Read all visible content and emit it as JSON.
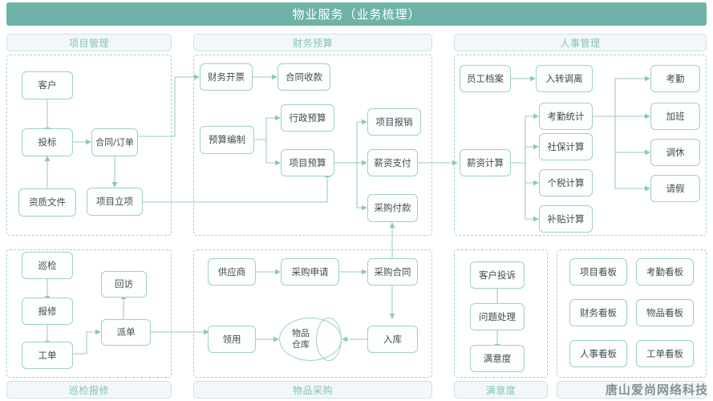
{
  "title": "物业服务（业务梳理）",
  "watermark": "唐山爱尚网络科技",
  "panels": {
    "project": {
      "label": "项目管理"
    },
    "finance": {
      "label": "财务预算"
    },
    "hr": {
      "label": "人事管理"
    },
    "inspection": {
      "label": "巡检报修"
    },
    "purchase": {
      "label": "物品采购"
    },
    "satisfaction": {
      "label": "满意度"
    },
    "dashboard": {
      "label": ""
    }
  },
  "nodes": {
    "project": [
      {
        "id": "customer",
        "label": "客户"
      },
      {
        "id": "bidding",
        "label": "投标"
      },
      {
        "id": "qualification",
        "label": "资质文件"
      },
      {
        "id": "contract-order",
        "label": "合同/订单"
      },
      {
        "id": "project-setup",
        "label": "项目立项"
      }
    ],
    "finance": [
      {
        "id": "finance-invoice",
        "label": "财务开票"
      },
      {
        "id": "contract-receipt",
        "label": "合同收款"
      },
      {
        "id": "budget-prepare",
        "label": "预算编制"
      },
      {
        "id": "admin-budget",
        "label": "行政预算"
      },
      {
        "id": "project-budget",
        "label": "项目预算"
      },
      {
        "id": "project-reimburse",
        "label": "项目报销"
      },
      {
        "id": "salary-payment",
        "label": "薪资支付"
      },
      {
        "id": "purchase-payment",
        "label": "采购付款"
      }
    ],
    "hr": [
      {
        "id": "employee-file",
        "label": "员工档案"
      },
      {
        "id": "transfer-leave",
        "label": "入转调离"
      },
      {
        "id": "salary-calc",
        "label": "薪资计算"
      },
      {
        "id": "attendance-stat",
        "label": "考勤统计"
      },
      {
        "id": "social-insurance",
        "label": "社保计算"
      },
      {
        "id": "income-tax",
        "label": "个税计算"
      },
      {
        "id": "subsidy-calc",
        "label": "补贴计算"
      },
      {
        "id": "attendance",
        "label": "考勤"
      },
      {
        "id": "overtime",
        "label": "加班"
      },
      {
        "id": "time-off",
        "label": "调休"
      },
      {
        "id": "leave",
        "label": "请假"
      }
    ],
    "inspection": [
      {
        "id": "patrol",
        "label": "巡检"
      },
      {
        "id": "repair-request",
        "label": "报修"
      },
      {
        "id": "work-order",
        "label": "工单"
      },
      {
        "id": "dispatch",
        "label": "派单"
      },
      {
        "id": "follow-up",
        "label": "回访"
      }
    ],
    "purchase": [
      {
        "id": "supplier",
        "label": "供应商"
      },
      {
        "id": "purchase-request",
        "label": "采购申请"
      },
      {
        "id": "purchase-contract",
        "label": "采购合同"
      },
      {
        "id": "requisition",
        "label": "领用"
      },
      {
        "id": "goods-warehouse",
        "label": "物品\n仓库"
      },
      {
        "id": "inbound",
        "label": "入库"
      }
    ],
    "satisfaction": [
      {
        "id": "customer-complaint",
        "label": "客户投诉"
      },
      {
        "id": "issue-handling",
        "label": "问题处理"
      },
      {
        "id": "satisfaction-score",
        "label": "满意度"
      }
    ],
    "dashboard": [
      {
        "id": "project-board",
        "label": "项目看板"
      },
      {
        "id": "attendance-board",
        "label": "考勤看板"
      },
      {
        "id": "finance-board",
        "label": "财务看板"
      },
      {
        "id": "goods-board",
        "label": "物品看板"
      },
      {
        "id": "hr-board",
        "label": "人事看板"
      },
      {
        "id": "workorder-board",
        "label": "工单看板"
      }
    ]
  },
  "colors": {
    "title_bar": "#6fb3a8",
    "panel_label_text": "#7ec4bb",
    "panel_label_bg": "#f3f7f9",
    "node_border": "#9ed0c9",
    "connector": "#9ec9c6"
  }
}
